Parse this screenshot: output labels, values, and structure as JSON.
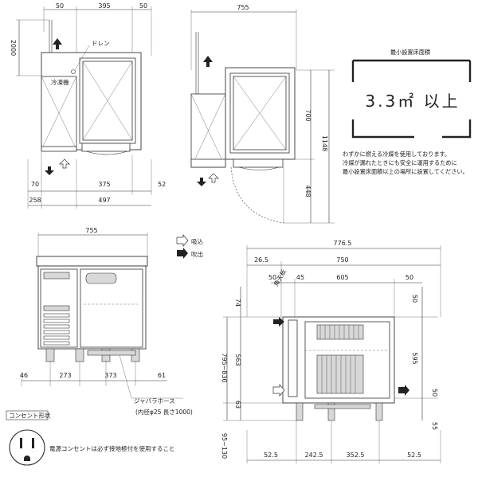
{
  "dims": {
    "top_50a": "50",
    "top_395": "395",
    "top_50b": "50",
    "top_755": "755",
    "h_2000": "2000",
    "drain": "ドレン",
    "freezer": "冷凍機",
    "b_70": "70",
    "b_375": "375",
    "b_52": "52",
    "b_258": "258",
    "b_497": "497",
    "r_700": "700",
    "r_1148": "1148",
    "r_448": "448",
    "front_755": "755",
    "f_46": "46",
    "f_273": "273",
    "f_373": "373",
    "f_61": "61",
    "s_7765": "776.5",
    "s_265": "26.5",
    "s_750": "750",
    "s_50a": "50",
    "s_45": "45",
    "s_605": "605",
    "s_50b": "50",
    "s_74": "74",
    "s_50c": "50",
    "s_563": "563",
    "s_595": "595",
    "s_795830": "795~830",
    "s_50d": "50",
    "s_63": "63",
    "s_55": "55",
    "s_95130": "95~130",
    "s_525a": "52.5",
    "s_2425": "242.5",
    "s_3525": "352.5",
    "s_525b": "52.5",
    "corner": "角天板"
  },
  "area_title": "最小設置床面積",
  "area_value": "3.3㎡  以上",
  "notes": [
    "わずかに燃える冷媒を使用しております。",
    "冷媒が漏れたときにも安全に運用するために",
    "最小設置床面積以上の場所に設置してください。"
  ],
  "legend": {
    "intake": "吸込",
    "exhaust": "吹出"
  },
  "hose": {
    "name": "ジャバラホース",
    "spec": "(内径φ25  長さ1000)"
  },
  "outlet": {
    "title": "コンセント形状",
    "note": "電源コンセントは必ず接地極付を使用すること"
  }
}
